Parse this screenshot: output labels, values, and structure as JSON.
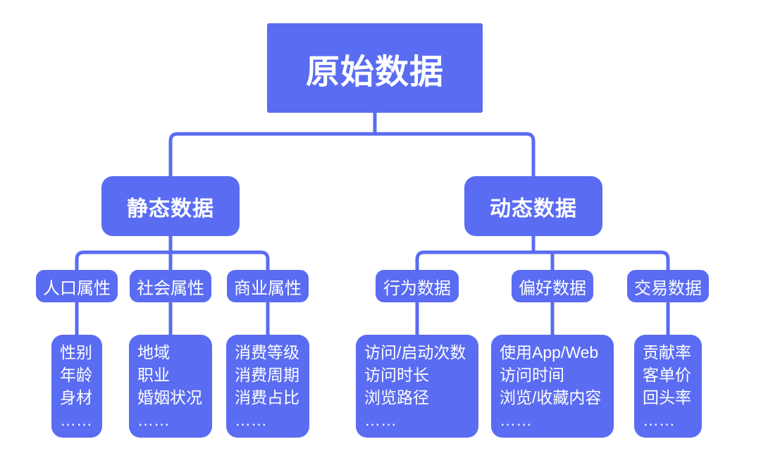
{
  "colors": {
    "accent": "#5A6CF2",
    "node_text": "#FFFFFF",
    "canvas": "#FFFFFF"
  },
  "root": {
    "label": "原始数据"
  },
  "branches": [
    {
      "label": "静态数据",
      "groups": [
        {
          "label": "人口属性",
          "items": [
            "性别",
            "年龄",
            "身材"
          ],
          "more": "……"
        },
        {
          "label": "社会属性",
          "items": [
            "地域",
            "职业",
            "婚姻状况"
          ],
          "more": "……"
        },
        {
          "label": "商业属性",
          "items": [
            "消费等级",
            "消费周期",
            "消费占比"
          ],
          "more": "……"
        }
      ]
    },
    {
      "label": "动态数据",
      "groups": [
        {
          "label": "行为数据",
          "items": [
            "访问/启动次数",
            "访问时长",
            "浏览路径"
          ],
          "more": "……"
        },
        {
          "label": "偏好数据",
          "items": [
            "使用App/Web",
            "访问时间",
            "浏览/收藏内容"
          ],
          "more": "……"
        },
        {
          "label": "交易数据",
          "items": [
            "贡献率",
            "客单价",
            "回头率"
          ],
          "more": "……"
        }
      ]
    }
  ]
}
